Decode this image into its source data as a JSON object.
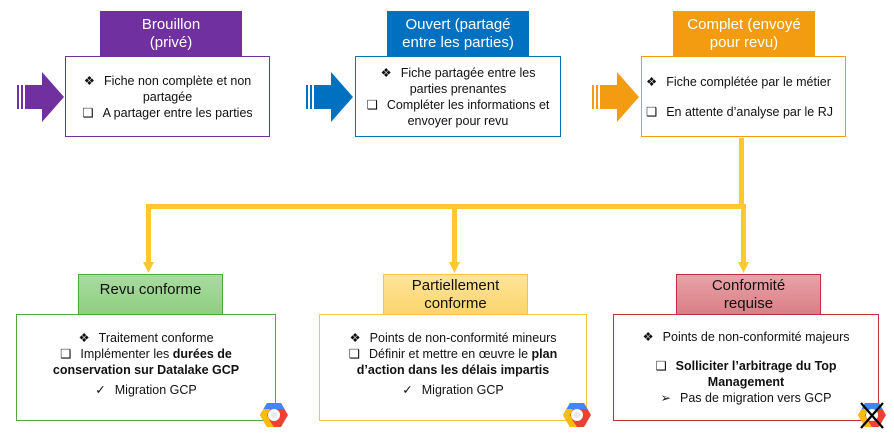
{
  "top_stages": [
    {
      "id": "brouillon",
      "title_line1": "Brouillon",
      "title_line2": "(privé)",
      "color": "#7030A0",
      "items": [
        {
          "bullet": "❖",
          "text1": "Fiche non complète et non",
          "text2": "partagée"
        },
        {
          "bullet": "❑",
          "text1": "A partager entre les parties",
          "text2": ""
        }
      ]
    },
    {
      "id": "ouvert",
      "title_line1": "Ouvert (partagé",
      "title_line2": "entre les parties)",
      "color": "#0070C0",
      "items": [
        {
          "bullet": "❖",
          "text1": "Fiche partagée entre les",
          "text2": "parties prenantes"
        },
        {
          "bullet": "❑",
          "text1": "Compléter les informations et",
          "text2": "envoyer pour revu"
        }
      ]
    },
    {
      "id": "complet",
      "title_line1": "Complet (envoyé",
      "title_line2": "pour revu)",
      "color": "#F39C12",
      "items": [
        {
          "bullet": "❖",
          "text1": "Fiche complétée par le métier",
          "text2": ""
        },
        {
          "bullet": "❑",
          "text1": "En attente d’analyse par le RJ",
          "text2": ""
        }
      ]
    }
  ],
  "bottom_stages": [
    {
      "id": "revu-conforme",
      "title_line1": "Revu conforme",
      "title_line2": "",
      "border_color": "#4EAA3A",
      "fill_top": "#A9DBA0",
      "fill_bottom": "#8FCE80",
      "item1": {
        "bullet": "❖",
        "text": "Traitement conforme"
      },
      "item2": {
        "bullet": "❑",
        "text_plain": "Implémenter les ",
        "text_bold": "durées de",
        "text_bold2": "conservation sur Datalake GCP"
      },
      "item3": {
        "bullet": "✓",
        "text": "Migration GCP"
      },
      "gcp_status": "allowed"
    },
    {
      "id": "partiellement-conforme",
      "title_line1": "Partiellement",
      "title_line2": "conforme",
      "border_color": "#F5C542",
      "fill_top": "#FFE49A",
      "fill_bottom": "#FBD56C",
      "item1": {
        "bullet": "❖",
        "text": "Points de non-conformité mineurs"
      },
      "item2": {
        "bullet": "❑",
        "text_plain": "Définir et mettre en œuvre le ",
        "text_bold": "plan",
        "text_bold2": "d’action dans les délais impartis"
      },
      "item3": {
        "bullet": "✓",
        "text": "Migration GCP"
      },
      "gcp_status": "allowed"
    },
    {
      "id": "conformite-requise",
      "title_line1": "Conformité",
      "title_line2": "requise",
      "border_color": "#C0303A",
      "fill_top": "#E8A3A8",
      "fill_bottom": "#DA7E86",
      "item1": {
        "bullet": "❖",
        "text": "Points de non-conformité majeurs"
      },
      "item2": {
        "bullet": "❑",
        "text_plain": "",
        "text_bold": "Solliciter l’arbitrage du Top",
        "text_bold2": "Management"
      },
      "item3": {
        "bullet": "➢",
        "text": "Pas de migration vers GCP"
      },
      "gcp_status": "blocked"
    }
  ],
  "connector_color": "#FFC830",
  "icons": {
    "flow_arrow": "block-right-arrow-icon",
    "gcp": "google-cloud-icon",
    "gcp_blocked": "google-cloud-crossed-icon"
  }
}
